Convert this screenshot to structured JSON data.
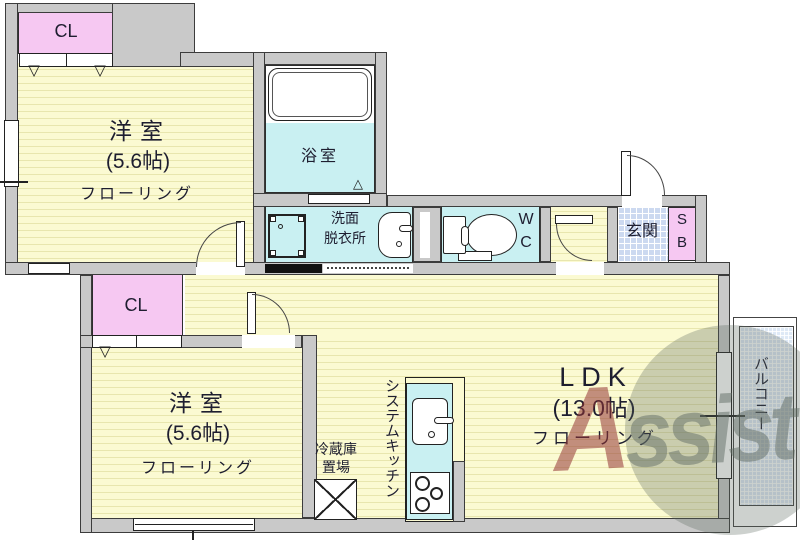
{
  "title": "apartment floor plan",
  "rooms": {
    "closet1": {
      "label": "CL"
    },
    "closet2": {
      "label": "CL"
    },
    "bedroom1": {
      "name": "洋室",
      "size": "(5.6帖)",
      "floor": "フローリング"
    },
    "bedroom2": {
      "name": "洋室",
      "size": "(5.6帖)",
      "floor": "フローリング"
    },
    "ldk": {
      "name": "LDK",
      "size": "(13.0帖)",
      "floor": "フローリング"
    },
    "bathroom": {
      "name": "浴室"
    },
    "washroom": {
      "line1": "洗面",
      "line2": "脱衣所"
    },
    "toilet": {
      "line1": "W",
      "line2": "C"
    },
    "entrance": {
      "name": "玄関"
    },
    "shoebox": {
      "line1": "S",
      "line2": "B"
    },
    "kitchen": {
      "name": "システムキッチン"
    },
    "fridge": {
      "line1": "冷蔵庫",
      "line2": "置場"
    },
    "balcony": {
      "name": "バルコニー"
    }
  },
  "symbols": {
    "closet_door_arrow": "▽",
    "folding_door_mark": "△"
  },
  "watermark": {
    "first_letter": "A",
    "rest": "ssist"
  },
  "colors": {
    "room_floor": "#fbfad2",
    "floor_line": "#e8e6ae",
    "closet_pink": "#f6c8f2",
    "wet_area_cyan": "#c9f0f2",
    "entrance_blue": "#ccd9f0",
    "balcony_blue": "#dee9f6",
    "wall_gray": "#c9c9c9",
    "watermark_red": "#943434",
    "watermark_gray": "#626e66"
  }
}
